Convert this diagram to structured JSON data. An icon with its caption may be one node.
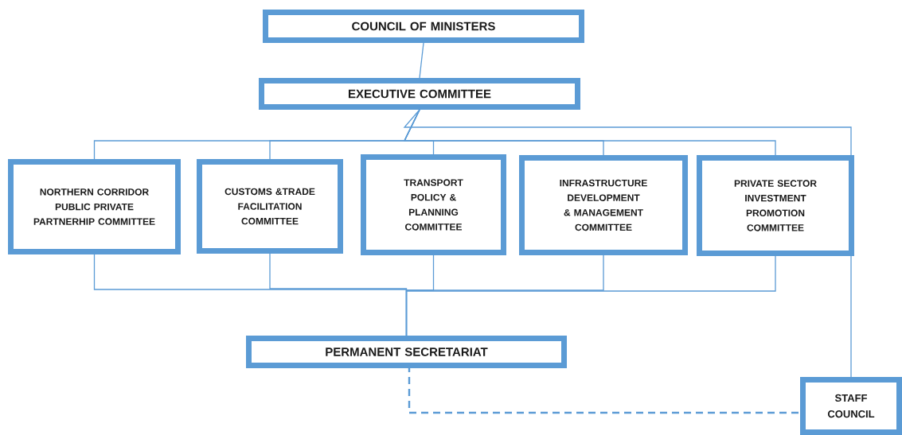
{
  "diagram": {
    "nodes": [
      {
        "text": [
          "COUNCIL OF MINISTERS"
        ]
      },
      {
        "text": [
          "EXECUTIVE COMMITTEE"
        ]
      },
      {
        "text": [
          "NORTHERN CORRIDOR PUBLIC PRIVATE PARTNERHIP COMMITTEE"
        ]
      },
      {
        "text": [
          "CUSTOMS &TRADE FACILITATION COMMITTEE"
        ]
      },
      {
        "text": [
          "TRANSPORT POLICY & PLANNING COMMITTEE"
        ]
      },
      {
        "text": [
          "INFRASTRUCTURE DEVELOPMENT & MANAGEMENT COMMITTEE"
        ]
      },
      {
        "text": [
          "PRIVATE SECTOR INVESTMENT PROMOTION COMMITTEE"
        ]
      },
      {
        "text": [
          "PERMANENT SECRETARIAT"
        ]
      },
      {
        "text": [
          "STAFF COUNCIL"
        ]
      }
    ],
    "edges": [
      {
        "from": 0,
        "to": 1,
        "arrow": "none"
      },
      {
        "from": 1,
        "to": 2,
        "arrow": "none"
      },
      {
        "from": 1,
        "to": 3,
        "arrow": "none"
      },
      {
        "from": 1,
        "to": 4,
        "arrow": "none"
      },
      {
        "from": 1,
        "to": 5,
        "arrow": "none"
      },
      {
        "from": 1,
        "to": 6,
        "arrow": "none"
      },
      {
        "from": 2,
        "to": 7,
        "arrow": "none"
      },
      {
        "from": 3,
        "to": 7,
        "arrow": "none"
      },
      {
        "from": 4,
        "to": 7,
        "arrow": "none"
      },
      {
        "from": 5,
        "to": 7,
        "arrow": "none"
      },
      {
        "from": 6,
        "to": 7,
        "arrow": "none"
      },
      {
        "from": 1,
        "to": 8,
        "arrow": "none"
      },
      {
        "from": 7,
        "to": 8,
        "arrow": "none",
        "style": "dashed"
      }
    ]
  }
}
